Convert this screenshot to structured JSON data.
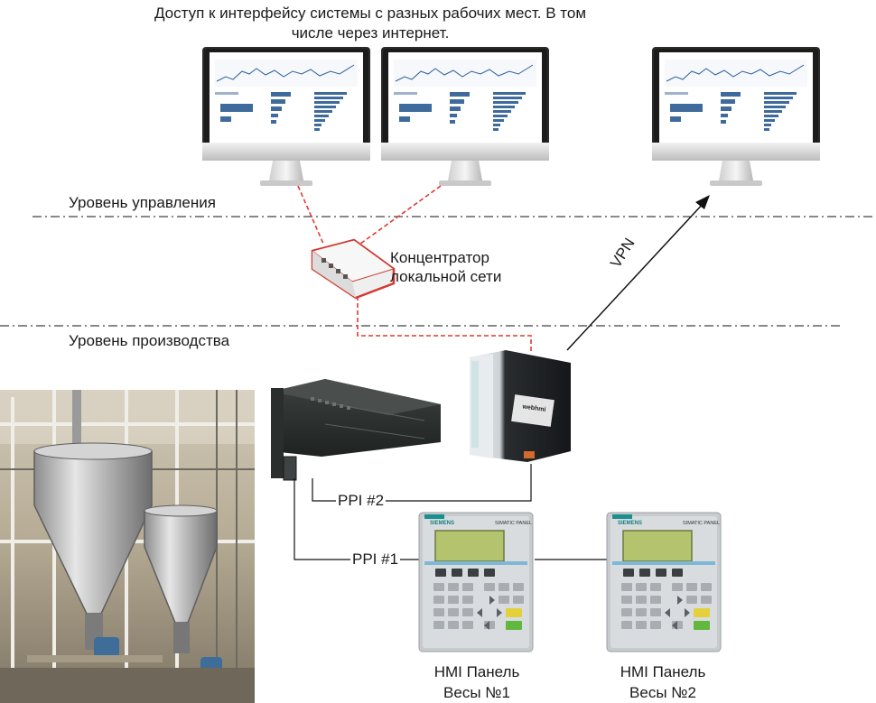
{
  "texts": {
    "top_caption_line1": "Доступ к интерфейсу системы с разных рабочих мест. В том",
    "top_caption_line2": "числе через интернет.",
    "level_control": "Уровень управления",
    "level_production": "Уровень производства",
    "hub_line1": "Концентратор",
    "hub_line2": "локальной сети",
    "vpn": "VPN",
    "ppi2": "PPI #2",
    "ppi1": "PPI #1",
    "hmi1_line1": "HMI Панель",
    "hmi1_line2": "Весы №1",
    "hmi2_line1": "HMI Панель",
    "hmi2_line2": "Весы №2"
  },
  "device_labels": {
    "gateway_brand": "webhmi",
    "panel_brand": "SIEMENS",
    "panel_model": "SIMATIC PANEL"
  },
  "colors": {
    "lan_line": "#e03a2f",
    "wire": "#111111",
    "monitor_body": "#d9d9d9",
    "plc_body": "#2b2f2e",
    "panel_body": "#cfd3d6",
    "panel_lcd": "#aebf6a",
    "key_green": "#6cbf3f",
    "key_yellow": "#e6d23a"
  }
}
